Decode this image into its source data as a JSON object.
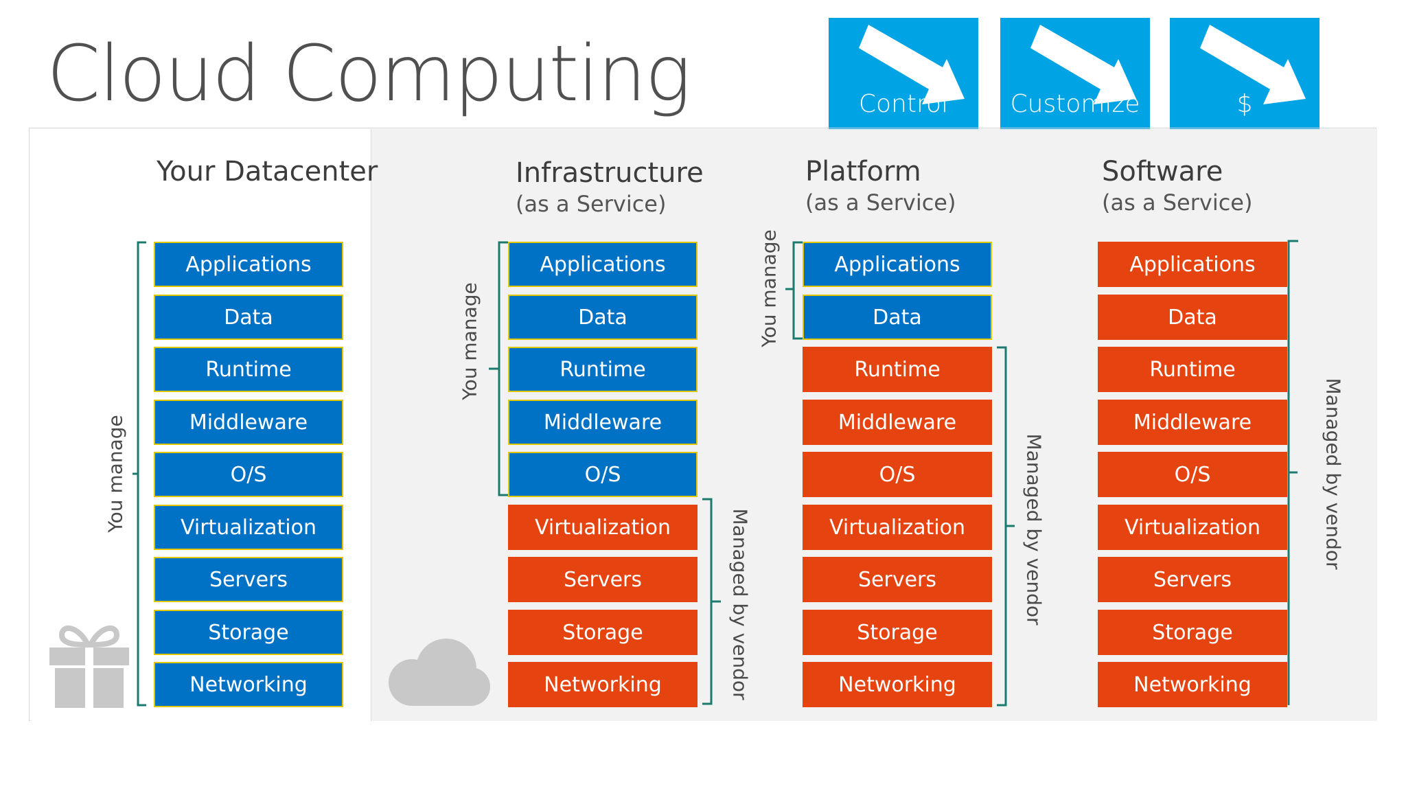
{
  "title": "Cloud Computing",
  "tiles": [
    {
      "label": "Control",
      "icon": "arrow-down-right-icon"
    },
    {
      "label": "Customize",
      "icon": "arrow-down-right-icon"
    },
    {
      "label": "$",
      "icon": "arrow-down-right-icon"
    }
  ],
  "columns": [
    {
      "title": "Your Datacenter",
      "subtitle": "",
      "icon": "gift-icon"
    },
    {
      "title": "Infrastructure",
      "subtitle": "(as a Service)",
      "icon": "cloud-icon"
    },
    {
      "title": "Platform",
      "subtitle": "(as a Service)"
    },
    {
      "title": "Software",
      "subtitle": "(as a Service)"
    }
  ],
  "layers": [
    "Applications",
    "Data",
    "Runtime",
    "Middleware",
    "O/S",
    "Virtualization",
    "Servers",
    "Storage",
    "Networking"
  ],
  "management": {
    "you_manage": "You manage",
    "managed_by_vendor": "Managed by vendor",
    "user_managed_layer_counts": [
      9,
      5,
      2,
      0
    ]
  },
  "colors": {
    "user_managed": "#0072c6",
    "vendor_managed": "#e54310",
    "tile": "#00a4e4",
    "bracket": "#1a7a6e"
  }
}
